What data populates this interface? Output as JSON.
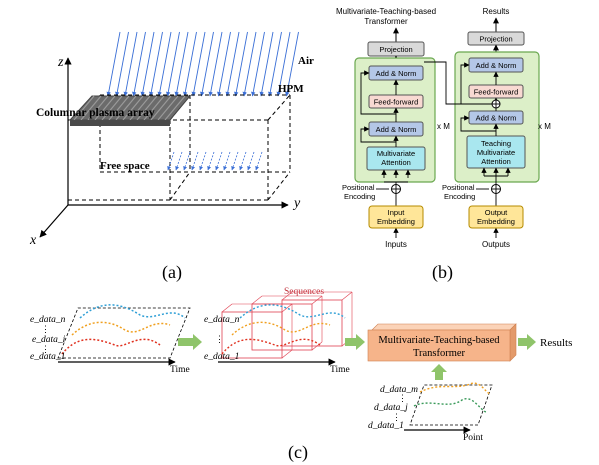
{
  "panel_a": {
    "caption": "(a)",
    "air_label": "Air",
    "hpm_label": "HPM",
    "plasma_label": "Columnar plasma array",
    "free_space_label": "Free space",
    "axis_x": "x",
    "axis_y": "y",
    "axis_z": "z"
  },
  "panel_b": {
    "caption": "(b)",
    "encoder_title_line1": "Multivariate-Teaching-based",
    "encoder_title_line2": "Transformer",
    "results_label": "Results",
    "left_stack": {
      "projection": "Projection",
      "add_norm_top": "Add & Norm",
      "feed_forward": "Feed-forward",
      "add_norm_mid": "Add & Norm",
      "attention_line1": "Multivariate",
      "attention_line2": "Attention",
      "repeat": "x M",
      "positional_line1": "Positional",
      "positional_line2": "Encoding",
      "embedding_line1": "Input",
      "embedding_line2": "Embedding",
      "io_label": "Inputs"
    },
    "right_stack": {
      "projection": "Projection",
      "add_norm_top": "Add & Norm",
      "feed_forward": "Feed-forward",
      "add_norm_mid": "Add & Norm",
      "attention_line1": "Teaching",
      "attention_line2": "Multivariate",
      "attention_line3": "Attention",
      "repeat": "x M",
      "positional_line1": "Positional",
      "positional_line2": "Encoding",
      "embedding_line1": "Output",
      "embedding_line2": "Embedding",
      "io_label": "Outputs"
    }
  },
  "panel_c": {
    "caption": "(c)",
    "e_data_n": "e_data_n",
    "e_data_i": "e_data_i",
    "e_data_1": "e_data_1",
    "time_label": "Time",
    "sequences_label": "Sequences",
    "e_data_n_2": "e_data_n",
    "e_data_1_2": "e_data_1",
    "time_label_2": "Time",
    "transformer_line1": "Multivariate-Teaching-based",
    "transformer_line2": "Transformer",
    "results_label": "Results",
    "d_data_m": "d_data_m",
    "d_data_j": "d_data_j",
    "d_data_1": "d_data_1",
    "point_label": "Point"
  },
  "colors": {
    "plasma": "#6b6b6b",
    "hpm_arrows": "#3b6fd6",
    "block_green": "#dcefc8",
    "block_green_border": "#6aa84f",
    "add_norm": "#b4c7e7",
    "feed_forward": "#f8d9d2",
    "attention": "#a9e7ef",
    "embedding": "#ffe699",
    "projection": "#d9d9d9",
    "curve_blue": "#2f9fd6",
    "curve_orange": "#f0a020",
    "curve_red": "#e0301e",
    "curve_green": "#3a9a5a",
    "sequence_box": "#e04050",
    "transformer_box": "#f6b48a",
    "flow_arrow": "#8fc46a"
  }
}
